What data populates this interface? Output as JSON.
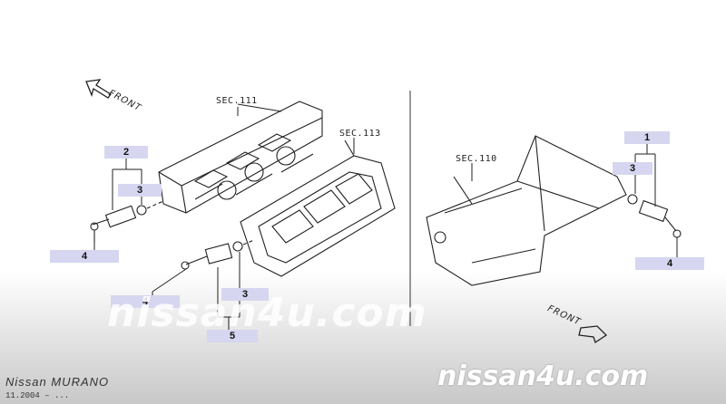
{
  "sections": {
    "sec111": "SEC.111",
    "sec113": "SEC.113",
    "sec110": "SEC.110"
  },
  "front_label": "FRONT",
  "callouts": {
    "left_2": "2",
    "left_3": "3",
    "left_4a": "4",
    "mid_4": "4",
    "mid_3": "3",
    "mid_5": "5",
    "right_1": "1",
    "right_3": "3",
    "right_4": "4"
  },
  "watermark": "nissan4u.com",
  "footer": {
    "brand": "Nissan MURANO",
    "date": "11.2004 – ...",
    "site": "nissan4u.com"
  }
}
